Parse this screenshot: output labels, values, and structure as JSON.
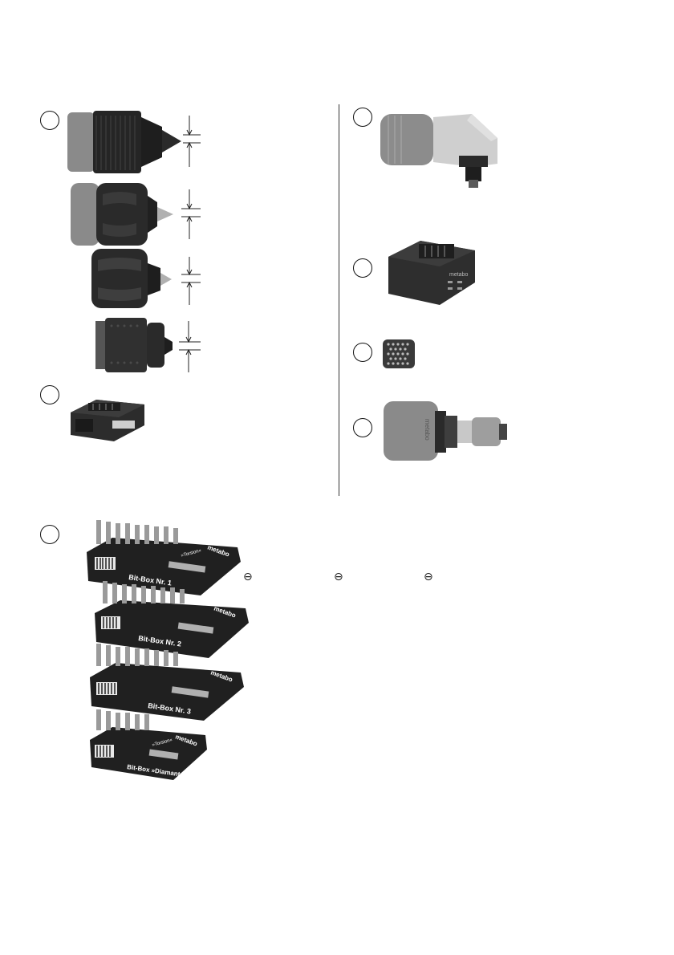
{
  "page": {
    "section_markers": [
      "",
      "",
      "",
      "",
      "",
      "",
      "",
      ""
    ],
    "bit_boxes": [
      {
        "label": "Bit-Box Nr. 1",
        "brand": "metabo",
        "tag": "»Torsion«"
      },
      {
        "label": "Bit-Box Nr. 2",
        "brand": "metabo",
        "tag": ""
      },
      {
        "label": "Bit-Box Nr. 3",
        "brand": "metabo",
        "tag": ""
      },
      {
        "label": "Bit-Box »Diamant«",
        "brand": "metabo",
        "tag": "»Torsion«"
      }
    ],
    "charger_brand": "metabo",
    "adapter_brand": "metabo",
    "symbols": [
      "⊖",
      "⊖",
      "⊖"
    ],
    "colors": {
      "dark": "#2a2a2a",
      "mid": "#7a7a7a",
      "light": "#bdbdbd"
    }
  }
}
